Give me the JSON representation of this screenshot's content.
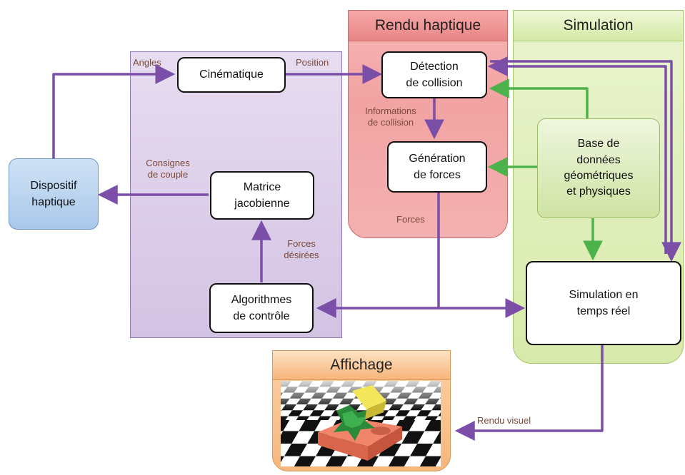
{
  "regions": {
    "rendu_haptique": "Rendu haptique",
    "simulation": "Simulation",
    "affichage": "Affichage"
  },
  "boxes": {
    "dispositif": "Dispositif\nhaptique",
    "cinematique": "Cinématique",
    "matrice": "Matrice\njacobienne",
    "algorithmes": "Algorithmes\nde contrôle",
    "detection": "Détection\nde collision",
    "generation": "Génération\nde forces",
    "base": "Base de\ndonnées\ngéométriques\net physiques",
    "simulation_rt": "Simulation en\ntemps réel"
  },
  "labels": {
    "angles": "Angles",
    "position": "Position",
    "consignes": "Consignes\nde couple",
    "forces_desirees": "Forces\ndésirées",
    "informations": "Informations\nde collision",
    "forces": "Forces",
    "rendu_visuel": "Rendu visuel"
  },
  "colors": {
    "purple_arrow": "#7b4fa8",
    "green_arrow": "#4cb34a"
  }
}
